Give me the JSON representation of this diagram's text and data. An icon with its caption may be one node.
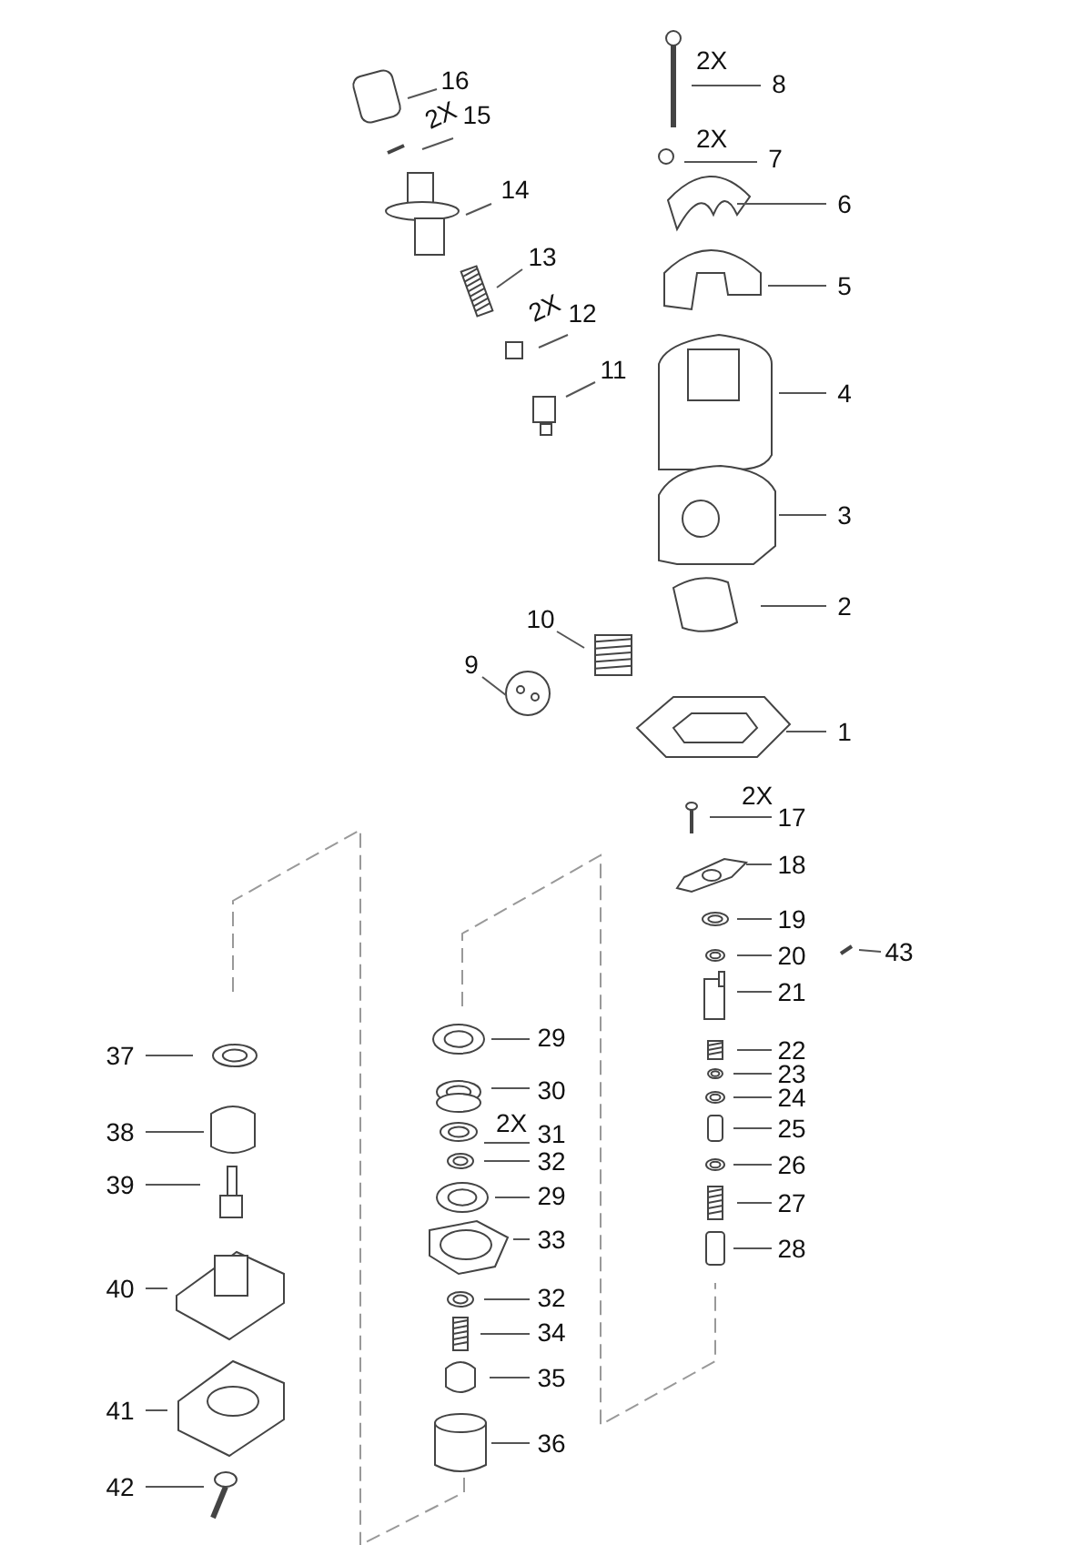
{
  "diagram": {
    "nodes": [
      {
        "text": [
          "16"
        ]
      },
      {
        "text": [
          "8"
        ]
      },
      {
        "text": [
          "15"
        ]
      },
      {
        "text": [
          "7"
        ]
      },
      {
        "text": [
          "14"
        ]
      },
      {
        "text": [
          "6"
        ]
      },
      {
        "text": [
          "13"
        ]
      },
      {
        "text": [
          "5"
        ]
      },
      {
        "text": [
          "12"
        ]
      },
      {
        "text": [
          "11"
        ]
      },
      {
        "text": [
          "4"
        ]
      },
      {
        "text": [
          "3"
        ]
      },
      {
        "text": [
          "2"
        ]
      },
      {
        "text": [
          "10"
        ]
      },
      {
        "text": [
          "9"
        ]
      },
      {
        "text": [
          "1"
        ]
      },
      {
        "text": [
          "17"
        ]
      },
      {
        "text": [
          "18"
        ]
      },
      {
        "text": [
          "19"
        ]
      },
      {
        "text": [
          "43"
        ]
      },
      {
        "text": [
          "20"
        ]
      },
      {
        "text": [
          "21"
        ]
      },
      {
        "text": [
          "22"
        ]
      },
      {
        "text": [
          "23"
        ]
      },
      {
        "text": [
          "24"
        ]
      },
      {
        "text": [
          "25"
        ]
      },
      {
        "text": [
          "26"
        ]
      },
      {
        "text": [
          "27"
        ]
      },
      {
        "text": [
          "28"
        ]
      },
      {
        "text": [
          "29"
        ]
      },
      {
        "text": [
          "37"
        ]
      },
      {
        "text": [
          "30"
        ]
      },
      {
        "text": [
          "31"
        ]
      },
      {
        "text": [
          "38"
        ]
      },
      {
        "text": [
          "32"
        ]
      },
      {
        "text": [
          "39"
        ]
      },
      {
        "text": [
          "29"
        ]
      },
      {
        "text": [
          "33"
        ]
      },
      {
        "text": [
          "40"
        ]
      },
      {
        "text": [
          "32"
        ]
      },
      {
        "text": [
          "34"
        ]
      },
      {
        "text": [
          "35"
        ]
      },
      {
        "text": [
          "41"
        ]
      },
      {
        "text": [
          "36"
        ]
      },
      {
        "text": [
          "42"
        ]
      }
    ],
    "edges": [
      {
        "from": 0,
        "to": null,
        "arrow": "none"
      },
      {
        "from": 1,
        "to": null,
        "arrow": "none"
      },
      {
        "from": 2,
        "to": null,
        "arrow": "none"
      },
      {
        "from": 3,
        "to": null,
        "arrow": "none"
      },
      {
        "from": 4,
        "to": null,
        "arrow": "none"
      },
      {
        "from": 5,
        "to": null,
        "arrow": "none"
      },
      {
        "from": 6,
        "to": null,
        "arrow": "none"
      },
      {
        "from": 7,
        "to": null,
        "arrow": "none"
      },
      {
        "from": 8,
        "to": null,
        "arrow": "none"
      },
      {
        "from": 9,
        "to": null,
        "arrow": "none"
      },
      {
        "from": 10,
        "to": null,
        "arrow": "none"
      },
      {
        "from": 11,
        "to": null,
        "arrow": "none"
      },
      {
        "from": 12,
        "to": null,
        "arrow": "none"
      },
      {
        "from": 13,
        "to": null,
        "arrow": "none"
      },
      {
        "from": 14,
        "to": null,
        "arrow": "none"
      },
      {
        "from": 15,
        "to": null,
        "arrow": "none"
      },
      {
        "from": 16,
        "to": null,
        "arrow": "none"
      },
      {
        "from": 17,
        "to": null,
        "arrow": "none"
      },
      {
        "from": 18,
        "to": null,
        "arrow": "none"
      },
      {
        "from": 19,
        "to": null,
        "arrow": "none"
      },
      {
        "from": 20,
        "to": null,
        "arrow": "none"
      },
      {
        "from": 21,
        "to": null,
        "arrow": "none"
      },
      {
        "from": 22,
        "to": null,
        "arrow": "none"
      },
      {
        "from": 23,
        "to": null,
        "arrow": "none"
      },
      {
        "from": 24,
        "to": null,
        "arrow": "none"
      },
      {
        "from": 25,
        "to": null,
        "arrow": "none"
      },
      {
        "from": 26,
        "to": null,
        "arrow": "none"
      },
      {
        "from": 27,
        "to": null,
        "arrow": "none"
      },
      {
        "from": 28,
        "to": null,
        "arrow": "none"
      },
      {
        "from": 29,
        "to": null,
        "arrow": "none"
      },
      {
        "from": 30,
        "to": null,
        "arrow": "none"
      },
      {
        "from": 31,
        "to": null,
        "arrow": "none"
      },
      {
        "from": 32,
        "to": null,
        "arrow": "none"
      },
      {
        "from": 33,
        "to": null,
        "arrow": "none"
      },
      {
        "from": 34,
        "to": null,
        "arrow": "none"
      },
      {
        "from": 35,
        "to": null,
        "arrow": "none"
      },
      {
        "from": 36,
        "to": null,
        "arrow": "none"
      },
      {
        "from": 37,
        "to": null,
        "arrow": "none"
      },
      {
        "from": 38,
        "to": null,
        "arrow": "none"
      },
      {
        "from": 39,
        "to": null,
        "arrow": "none"
      },
      {
        "from": 40,
        "to": null,
        "arrow": "none"
      },
      {
        "from": 41,
        "to": null,
        "arrow": "none"
      },
      {
        "from": 42,
        "to": null,
        "arrow": "none"
      },
      {
        "from": 43,
        "to": null,
        "arrow": "none"
      },
      {
        "from": 44,
        "to": null,
        "arrow": "none"
      }
    ],
    "labels": [
      "2X",
      "2X",
      "2X",
      "2X",
      "2X",
      "2X"
    ]
  }
}
